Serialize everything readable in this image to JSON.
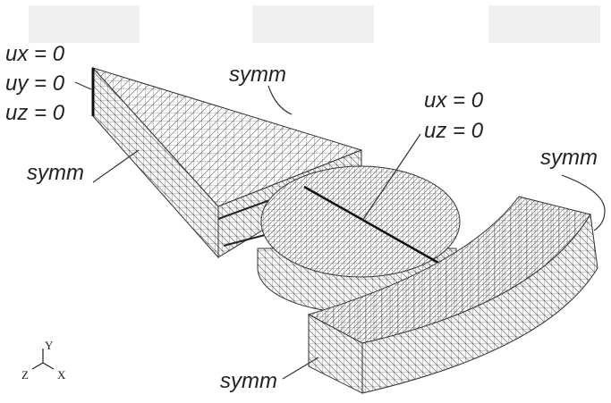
{
  "toolbar": {
    "panels": [
      "",
      "",
      ""
    ]
  },
  "labels": {
    "bc_fixed": [
      "ux = 0",
      "uy = 0",
      "uz = 0"
    ],
    "bc_center": [
      "ux = 0",
      "uz = 0"
    ],
    "symm_top": "symm",
    "symm_left": "symm",
    "symm_right": "symm",
    "symm_bottom": "symm"
  },
  "triad": {
    "y": "Y",
    "z": "Z",
    "x": "X"
  },
  "colors": {
    "mesh_line": "#555555",
    "toolbar_panel": "#f0f0f0",
    "label_text": "#222222",
    "background": "#ffffff"
  }
}
